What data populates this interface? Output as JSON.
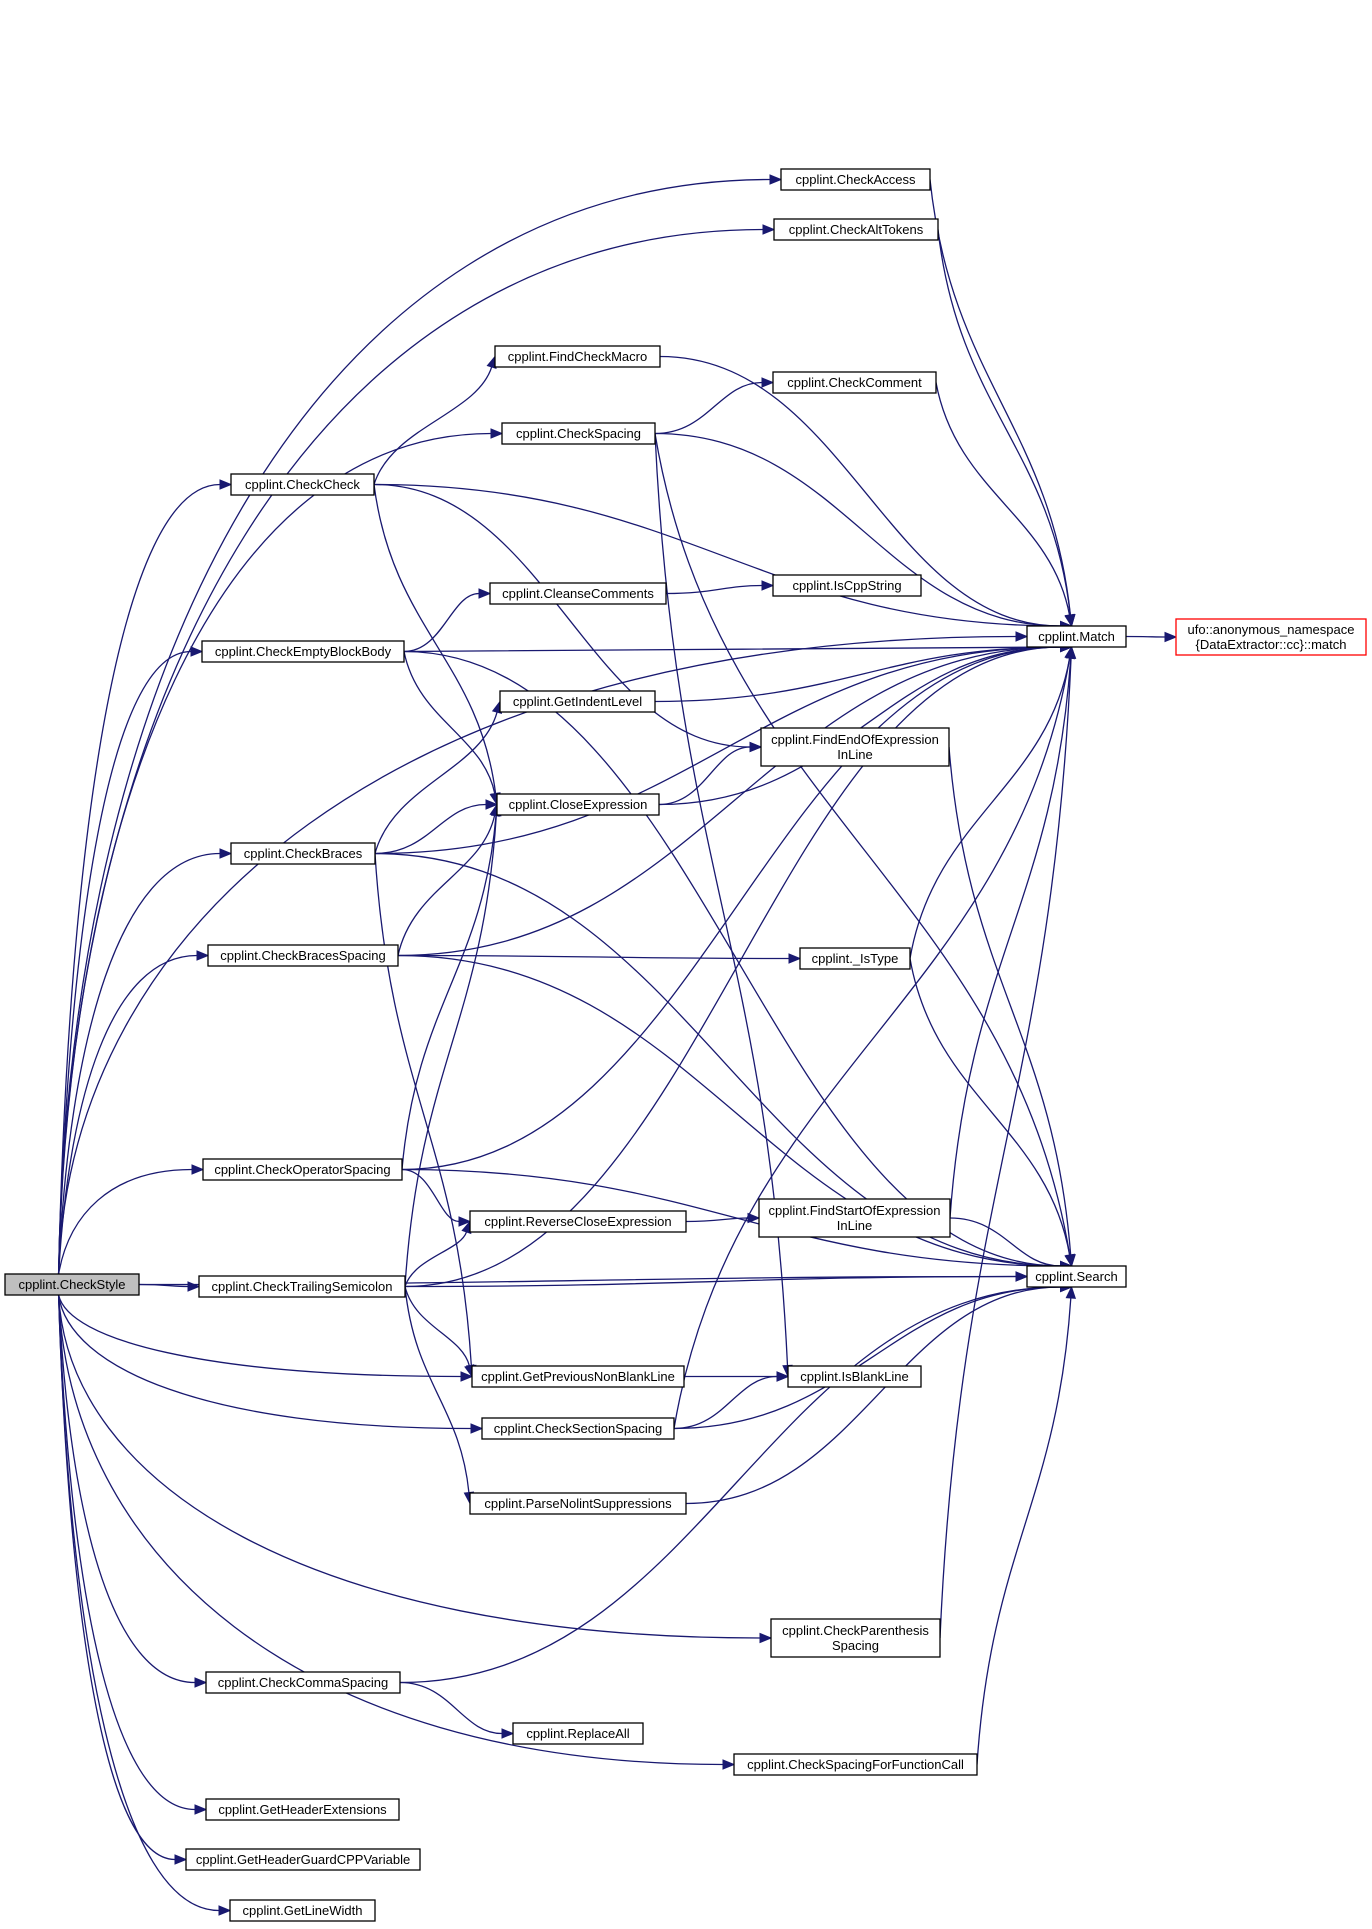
{
  "graph": {
    "root": "cpplint.CheckStyle",
    "nodes": [
      {
        "id": "CheckStyle",
        "label": [
          "cpplint.CheckStyle"
        ],
        "kind": "root"
      },
      {
        "id": "CheckAccess",
        "label": [
          "cpplint.CheckAccess"
        ]
      },
      {
        "id": "CheckAltTokens",
        "label": [
          "cpplint.CheckAltTokens"
        ]
      },
      {
        "id": "FindCheckMacro",
        "label": [
          "cpplint.FindCheckMacro"
        ]
      },
      {
        "id": "CheckComment",
        "label": [
          "cpplint.CheckComment"
        ]
      },
      {
        "id": "CheckSpacing",
        "label": [
          "cpplint.CheckSpacing"
        ]
      },
      {
        "id": "CheckCheck",
        "label": [
          "cpplint.CheckCheck"
        ]
      },
      {
        "id": "CleanseComments",
        "label": [
          "cpplint.CleanseComments"
        ]
      },
      {
        "id": "IsCppString",
        "label": [
          "cpplint.IsCppString"
        ]
      },
      {
        "id": "Match",
        "label": [
          "cpplint.Match"
        ]
      },
      {
        "id": "ufoMatch",
        "label": [
          "ufo::anonymous_namespace",
          "{DataExtractor::cc}::match"
        ],
        "kind": "external"
      },
      {
        "id": "CheckEmptyBlockBody",
        "label": [
          "cpplint.CheckEmptyBlockBody"
        ]
      },
      {
        "id": "GetIndentLevel",
        "label": [
          "cpplint.GetIndentLevel"
        ]
      },
      {
        "id": "FindEndOfExpressionInLine",
        "label": [
          "cpplint.FindEndOfExpression",
          "InLine"
        ]
      },
      {
        "id": "CloseExpression",
        "label": [
          "cpplint.CloseExpression"
        ]
      },
      {
        "id": "CheckBraces",
        "label": [
          "cpplint.CheckBraces"
        ]
      },
      {
        "id": "CheckBracesSpacing",
        "label": [
          "cpplint.CheckBracesSpacing"
        ]
      },
      {
        "id": "IsType",
        "label": [
          "cpplint._IsType"
        ]
      },
      {
        "id": "CheckOperatorSpacing",
        "label": [
          "cpplint.CheckOperatorSpacing"
        ]
      },
      {
        "id": "FindStartOfExpressionInLine",
        "label": [
          "cpplint.FindStartOfExpression",
          "InLine"
        ]
      },
      {
        "id": "ReverseCloseExpression",
        "label": [
          "cpplint.ReverseCloseExpression"
        ]
      },
      {
        "id": "Search",
        "label": [
          "cpplint.Search"
        ]
      },
      {
        "id": "CheckTrailingSemicolon",
        "label": [
          "cpplint.CheckTrailingSemicolon"
        ]
      },
      {
        "id": "GetPreviousNonBlankLine",
        "label": [
          "cpplint.GetPreviousNonBlankLine"
        ]
      },
      {
        "id": "IsBlankLine",
        "label": [
          "cpplint.IsBlankLine"
        ]
      },
      {
        "id": "CheckSectionSpacing",
        "label": [
          "cpplint.CheckSectionSpacing"
        ]
      },
      {
        "id": "ParseNolintSuppressions",
        "label": [
          "cpplint.ParseNolintSuppressions"
        ]
      },
      {
        "id": "CheckParenthesisSpacing",
        "label": [
          "cpplint.CheckParenthesis",
          "Spacing"
        ]
      },
      {
        "id": "CheckCommaSpacing",
        "label": [
          "cpplint.CheckCommaSpacing"
        ]
      },
      {
        "id": "ReplaceAll",
        "label": [
          "cpplint.ReplaceAll"
        ]
      },
      {
        "id": "CheckSpacingForFunctionCall",
        "label": [
          "cpplint.CheckSpacingForFunctionCall"
        ]
      },
      {
        "id": "GetHeaderExtensions",
        "label": [
          "cpplint.GetHeaderExtensions"
        ]
      },
      {
        "id": "GetHeaderGuardCPPVariable",
        "label": [
          "cpplint.GetHeaderGuardCPPVariable"
        ]
      },
      {
        "id": "GetLineWidth",
        "label": [
          "cpplint.GetLineWidth"
        ]
      }
    ],
    "edges": [
      [
        "CheckStyle",
        "Match"
      ],
      [
        "CheckStyle",
        "CheckAccess"
      ],
      [
        "CheckStyle",
        "CheckAltTokens"
      ],
      [
        "CheckStyle",
        "CheckSpacing"
      ],
      [
        "CheckStyle",
        "CheckCheck"
      ],
      [
        "CheckStyle",
        "CheckEmptyBlockBody"
      ],
      [
        "CheckStyle",
        "CheckBraces"
      ],
      [
        "CheckStyle",
        "CheckBracesSpacing"
      ],
      [
        "CheckStyle",
        "CheckOperatorSpacing"
      ],
      [
        "CheckStyle",
        "CheckTrailingSemicolon"
      ],
      [
        "CheckStyle",
        "GetPreviousNonBlankLine"
      ],
      [
        "CheckStyle",
        "CheckSectionSpacing"
      ],
      [
        "CheckStyle",
        "Search"
      ],
      [
        "CheckStyle",
        "CheckParenthesisSpacing"
      ],
      [
        "CheckStyle",
        "CheckCommaSpacing"
      ],
      [
        "CheckStyle",
        "CheckSpacingForFunctionCall"
      ],
      [
        "CheckStyle",
        "GetHeaderExtensions"
      ],
      [
        "CheckStyle",
        "GetHeaderGuardCPPVariable"
      ],
      [
        "CheckStyle",
        "GetLineWidth"
      ],
      [
        "CheckAccess",
        "Match"
      ],
      [
        "CheckAltTokens",
        "Match"
      ],
      [
        "FindCheckMacro",
        "Match"
      ],
      [
        "CheckComment",
        "Match"
      ],
      [
        "CheckSpacing",
        "CheckComment"
      ],
      [
        "CheckSpacing",
        "Match"
      ],
      [
        "CheckSpacing",
        "Search"
      ],
      [
        "CheckSpacing",
        "IsBlankLine"
      ],
      [
        "CheckCheck",
        "Match"
      ],
      [
        "CheckCheck",
        "FindCheckMacro"
      ],
      [
        "CheckCheck",
        "FindEndOfExpressionInLine"
      ],
      [
        "CheckCheck",
        "CloseExpression"
      ],
      [
        "CleanseComments",
        "IsCppString"
      ],
      [
        "Match",
        "ufoMatch"
      ],
      [
        "CheckEmptyBlockBody",
        "Match"
      ],
      [
        "CheckEmptyBlockBody",
        "CleanseComments"
      ],
      [
        "CheckEmptyBlockBody",
        "Search"
      ],
      [
        "CheckEmptyBlockBody",
        "CloseExpression"
      ],
      [
        "GetIndentLevel",
        "Match"
      ],
      [
        "FindEndOfExpressionInLine",
        "Search"
      ],
      [
        "CloseExpression",
        "FindEndOfExpressionInLine"
      ],
      [
        "CloseExpression",
        "Match"
      ],
      [
        "CheckBraces",
        "GetIndentLevel"
      ],
      [
        "CheckBraces",
        "Match"
      ],
      [
        "CheckBraces",
        "CloseExpression"
      ],
      [
        "CheckBraces",
        "Search"
      ],
      [
        "CheckBraces",
        "GetPreviousNonBlankLine"
      ],
      [
        "CheckBracesSpacing",
        "CloseExpression"
      ],
      [
        "CheckBracesSpacing",
        "Match"
      ],
      [
        "CheckBracesSpacing",
        "IsType"
      ],
      [
        "CheckBracesSpacing",
        "Search"
      ],
      [
        "IsType",
        "Match"
      ],
      [
        "IsType",
        "Search"
      ],
      [
        "CheckOperatorSpacing",
        "CloseExpression"
      ],
      [
        "CheckOperatorSpacing",
        "Match"
      ],
      [
        "CheckOperatorSpacing",
        "ReverseCloseExpression"
      ],
      [
        "CheckOperatorSpacing",
        "Search"
      ],
      [
        "ReverseCloseExpression",
        "FindStartOfExpressionInLine"
      ],
      [
        "FindStartOfExpressionInLine",
        "Match"
      ],
      [
        "FindStartOfExpressionInLine",
        "Search"
      ],
      [
        "CheckTrailingSemicolon",
        "CloseExpression"
      ],
      [
        "CheckTrailingSemicolon",
        "ReverseCloseExpression"
      ],
      [
        "CheckTrailingSemicolon",
        "Match"
      ],
      [
        "CheckTrailingSemicolon",
        "Search"
      ],
      [
        "CheckTrailingSemicolon",
        "GetPreviousNonBlankLine"
      ],
      [
        "CheckTrailingSemicolon",
        "ParseNolintSuppressions"
      ],
      [
        "GetPreviousNonBlankLine",
        "IsBlankLine"
      ],
      [
        "CheckSectionSpacing",
        "IsBlankLine"
      ],
      [
        "CheckSectionSpacing",
        "Match"
      ],
      [
        "CheckSectionSpacing",
        "Search"
      ],
      [
        "ParseNolintSuppressions",
        "Search"
      ],
      [
        "CheckParenthesisSpacing",
        "Match"
      ],
      [
        "CheckCommaSpacing",
        "Search"
      ],
      [
        "CheckCommaSpacing",
        "ReplaceAll"
      ],
      [
        "CheckSpacingForFunctionCall",
        "Search"
      ]
    ],
    "colors": {
      "edge": "#191970",
      "node_border": "#000000",
      "root_fill": "#bfbfbf",
      "external_border": "#ff0000",
      "background": "#ffffff"
    }
  }
}
